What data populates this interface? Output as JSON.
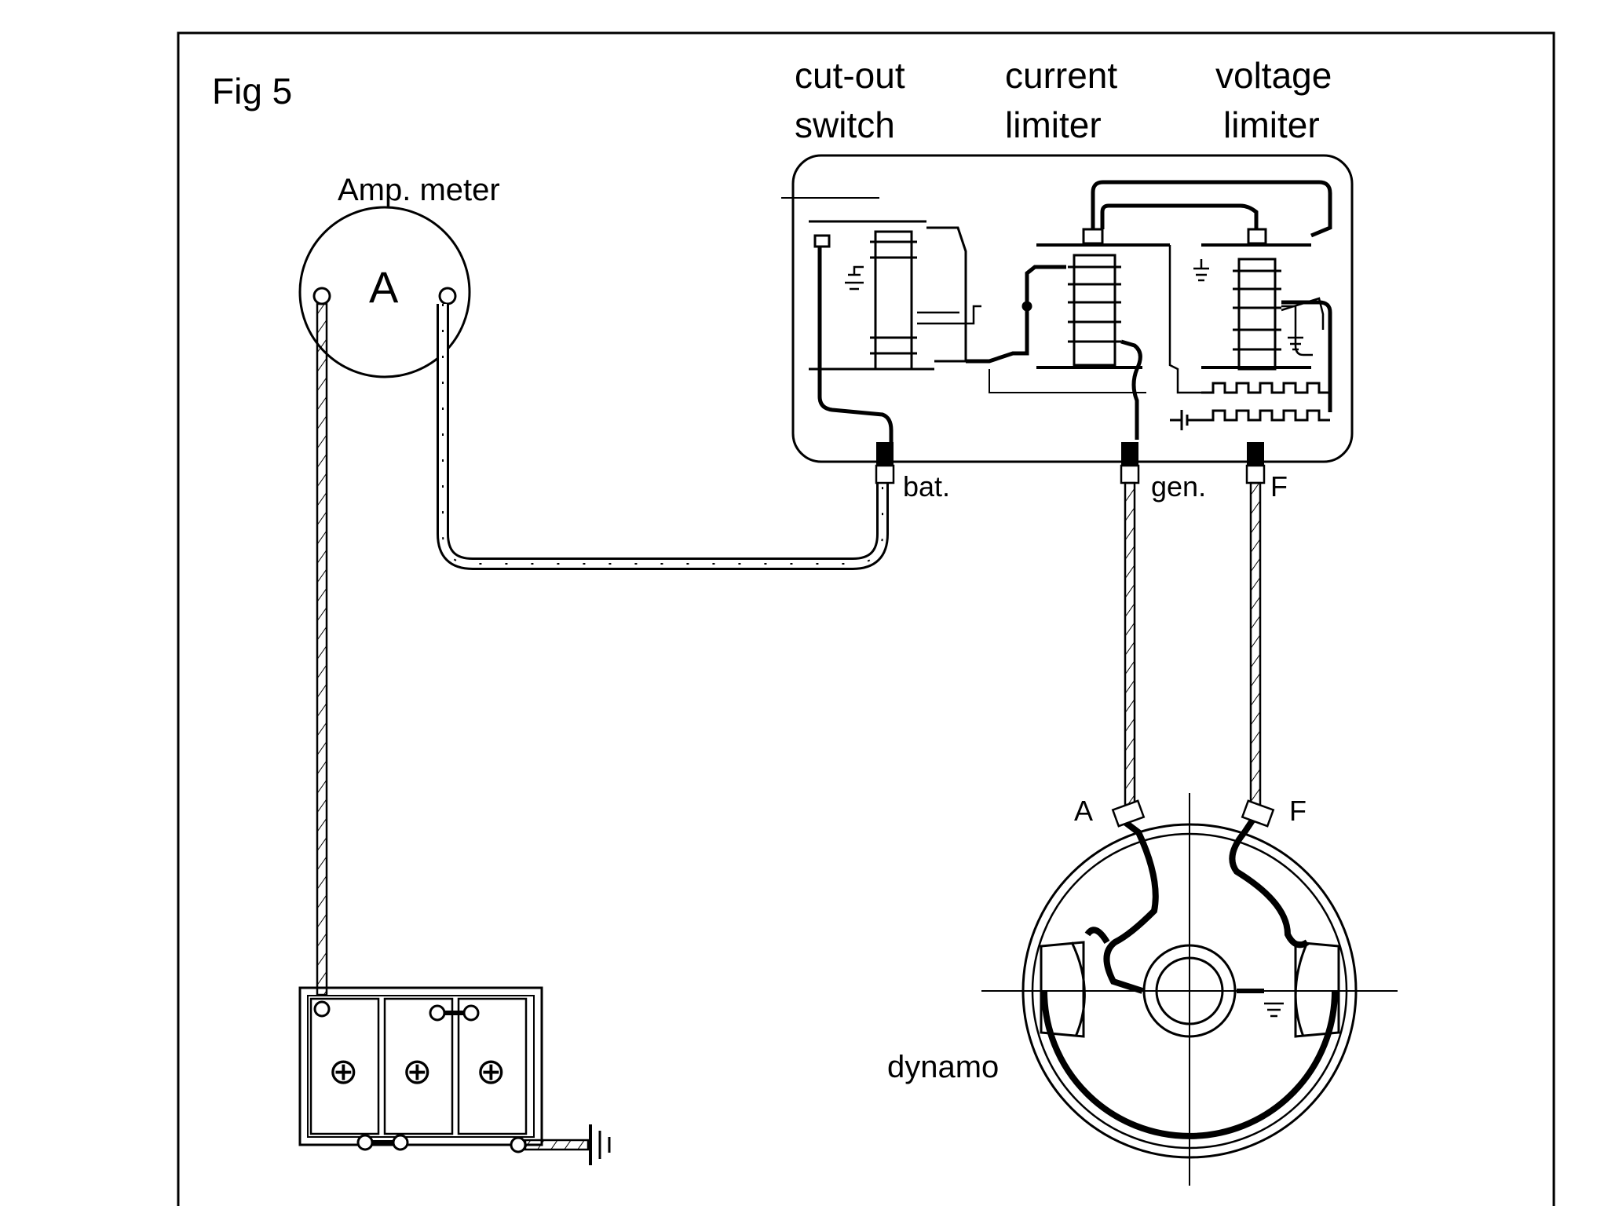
{
  "figure": {
    "title": "Fig 5"
  },
  "regulator": {
    "cutout_line1": "cut-out",
    "cutout_line2": "switch",
    "current_line1": "current",
    "current_line2": "limiter",
    "voltage_line1": "voltage",
    "voltage_line2": "limiter",
    "terminal_bat": "bat.",
    "terminal_gen": "gen.",
    "terminal_f": "F"
  },
  "ammeter": {
    "label": "Amp. meter",
    "symbol": "A"
  },
  "dynamo": {
    "label": "dynamo",
    "terminal_a": "A",
    "terminal_f": "F"
  },
  "battery": {
    "cell_symbol": "⊕"
  },
  "colors": {
    "line": "#000000",
    "background": "#ffffff"
  }
}
